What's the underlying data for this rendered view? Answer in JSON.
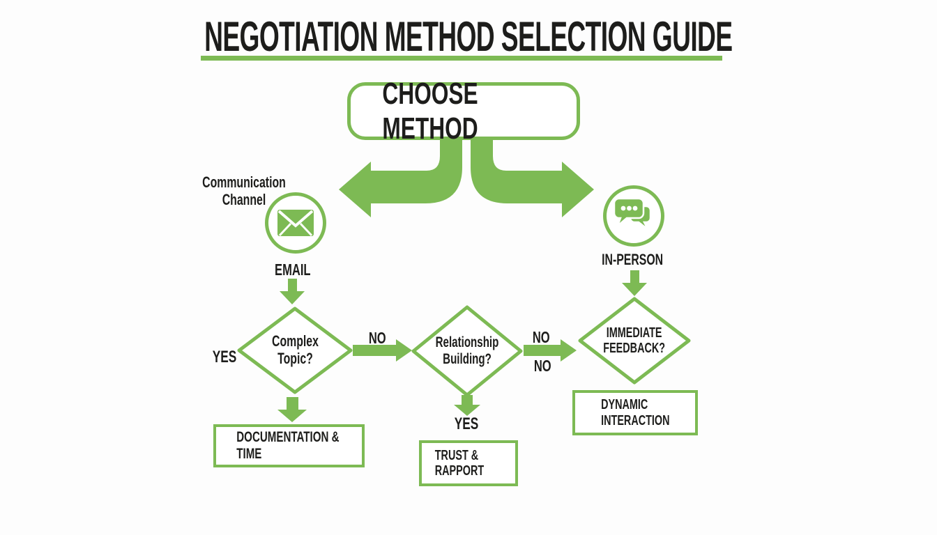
{
  "title": "NEGOTIATION METHOD SELECTION GUIDE",
  "colors": {
    "accent": "#7dba54",
    "text": "#1d1d1b",
    "background": "#fdfdfd"
  },
  "root": {
    "label": "CHOOSE METHOD"
  },
  "section_label": "Communication Channel",
  "branches": {
    "left": {
      "icon": "envelope-icon",
      "label": "EMAIL"
    },
    "right": {
      "icon": "chat-bubbles-icon",
      "label": "IN-PERSON"
    }
  },
  "decisions": [
    {
      "id": "complex-topic",
      "label": "Complex\nTopic?",
      "yes_label": "YES",
      "no_label": "NO"
    },
    {
      "id": "relationship-building",
      "label": "Relationship\nBuilding?",
      "yes_label": "YES",
      "no_label_top": "NO",
      "no_label_bottom": "NO"
    },
    {
      "id": "immediate-feedback",
      "label": "IMMEDIATE\nFEEDBACK?"
    }
  ],
  "outcomes": [
    {
      "id": "documentation-time",
      "label": "DOCUMENTATION & TIME"
    },
    {
      "id": "trust-rapport",
      "label": "TRUST & RAPPORT"
    },
    {
      "id": "dynamic-interaction",
      "label": "DYNAMIC\nINTERACTION"
    }
  ]
}
